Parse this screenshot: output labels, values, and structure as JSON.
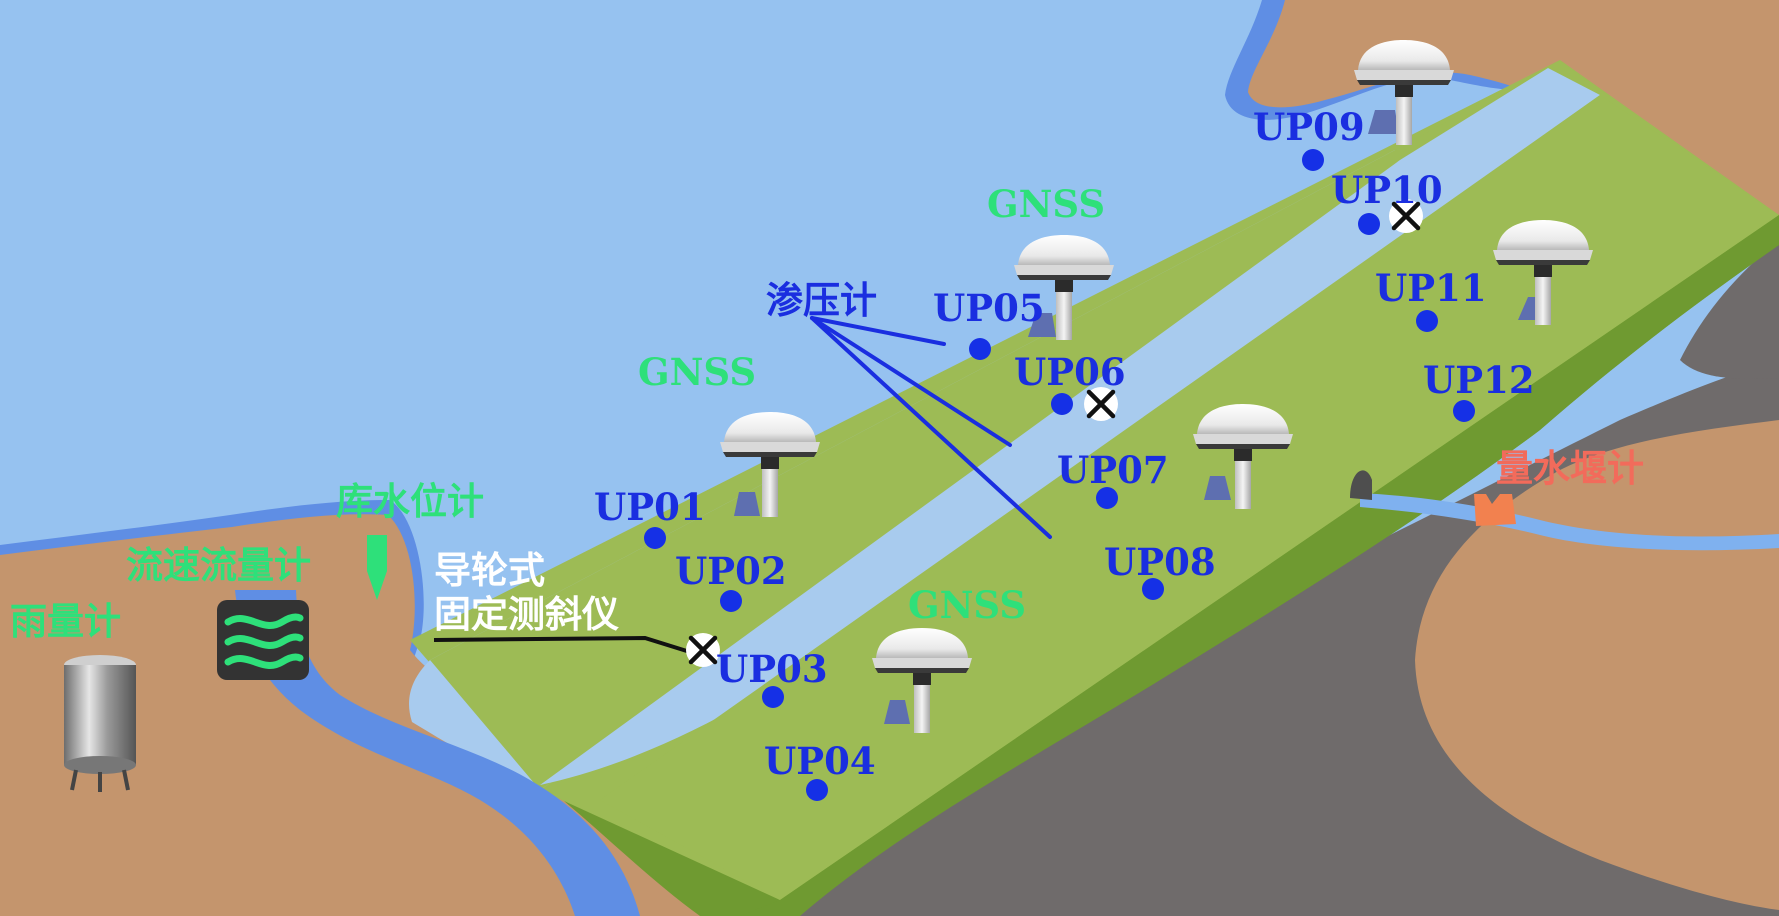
{
  "colors": {
    "water": "#96c2f0",
    "bank": "#c4956d",
    "embankment_green": "#9dbb55",
    "embankment_dark": "#6f9a31",
    "embankment_blue": "#a8cbee",
    "road": "#6f6b6b",
    "label_blue": "#1a2ee0",
    "label_green": "#2ee07a",
    "label_red": "#f26b5b",
    "label_white": "#ffffff"
  },
  "labels": {
    "gnss": "GNSS",
    "piezometer": "渗压计",
    "rain_gauge": "雨量计",
    "flow_meter": "流速流量计",
    "water_level": "库水位计",
    "inclinometer_line1": "导轮式",
    "inclinometer_line2": "固定测斜仪",
    "weir": "量水堰计"
  },
  "points": [
    {
      "id": "UP01",
      "label": "UP01",
      "marker": "dot"
    },
    {
      "id": "UP02",
      "label": "UP02",
      "marker": "dot"
    },
    {
      "id": "UP03",
      "label": "UP03",
      "marker": "dot"
    },
    {
      "id": "UP04",
      "label": "UP04",
      "marker": "dot"
    },
    {
      "id": "UP05",
      "label": "UP05",
      "marker": "dot"
    },
    {
      "id": "UP06",
      "label": "UP06",
      "marker": "dot"
    },
    {
      "id": "UP07",
      "label": "UP07",
      "marker": "dot"
    },
    {
      "id": "UP08",
      "label": "UP08",
      "marker": "dot"
    },
    {
      "id": "UP09",
      "label": "UP09",
      "marker": "dot"
    },
    {
      "id": "UP10",
      "label": "UP10",
      "marker": "dot"
    },
    {
      "id": "UP11",
      "label": "UP11",
      "marker": "dot"
    },
    {
      "id": "UP12",
      "label": "UP12",
      "marker": "dot"
    }
  ],
  "icons": [
    "gnss-antenna-icon",
    "rain-gauge-icon",
    "flow-meter-icon",
    "water-level-icon",
    "inclinometer-icon",
    "weir-icon"
  ]
}
